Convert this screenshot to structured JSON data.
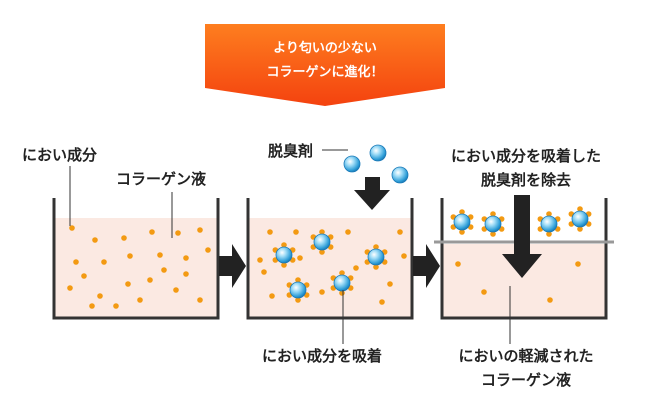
{
  "banner": {
    "line1": "より匂いの少ない",
    "line2": "コラーゲンに進化！",
    "color_top": "#fe7e1f",
    "color_bottom": "#f4420f"
  },
  "beaker1": {
    "label_odor": "におい成分",
    "label_collagen": "コラーゲン液"
  },
  "beaker2": {
    "label_deodorant": "脱臭剤",
    "label_adsorb": "におい成分を吸着"
  },
  "beaker3": {
    "label_remove_line1": "におい成分を吸着した",
    "label_remove_line2": "脱臭剤を除去",
    "label_result_line1": "においの軽減された",
    "label_result_line2": "コラーゲン液"
  },
  "colors": {
    "liquid": "#fbe9e2",
    "odor_dot": "#f39a12",
    "bead": "#2a9bd6",
    "arrow": "#222222",
    "beaker": "#333333",
    "filter": "#999999"
  },
  "icons": [
    "odor-particle-icon",
    "deodorant-bead-icon",
    "arrow-right-icon",
    "arrow-down-icon"
  ]
}
